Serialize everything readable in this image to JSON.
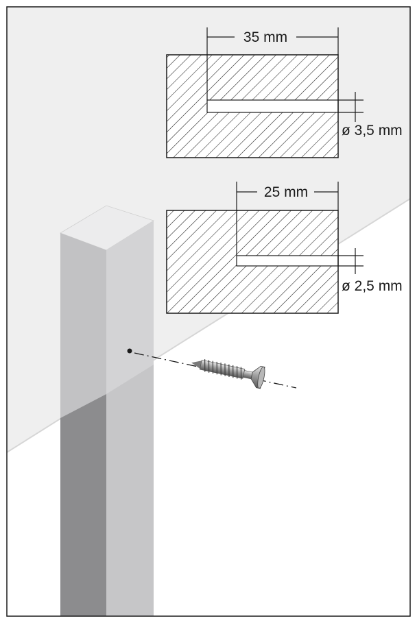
{
  "upper_hole": {
    "depth_label": "35 mm",
    "diameter_label": "ø  3,5 mm"
  },
  "lower_hole": {
    "depth_label": "25 mm",
    "diameter_label": "ø  2,5 mm"
  },
  "colors": {
    "wall_panel": "#efefef",
    "post_front": "#c2c2c4",
    "post_side": "#d9d9da",
    "post_top": "#ececed",
    "post_shadow": "#8c8c8e",
    "outline": "#1a1a1a"
  },
  "icons": [
    "screw-icon",
    "drill-hole-icon"
  ]
}
